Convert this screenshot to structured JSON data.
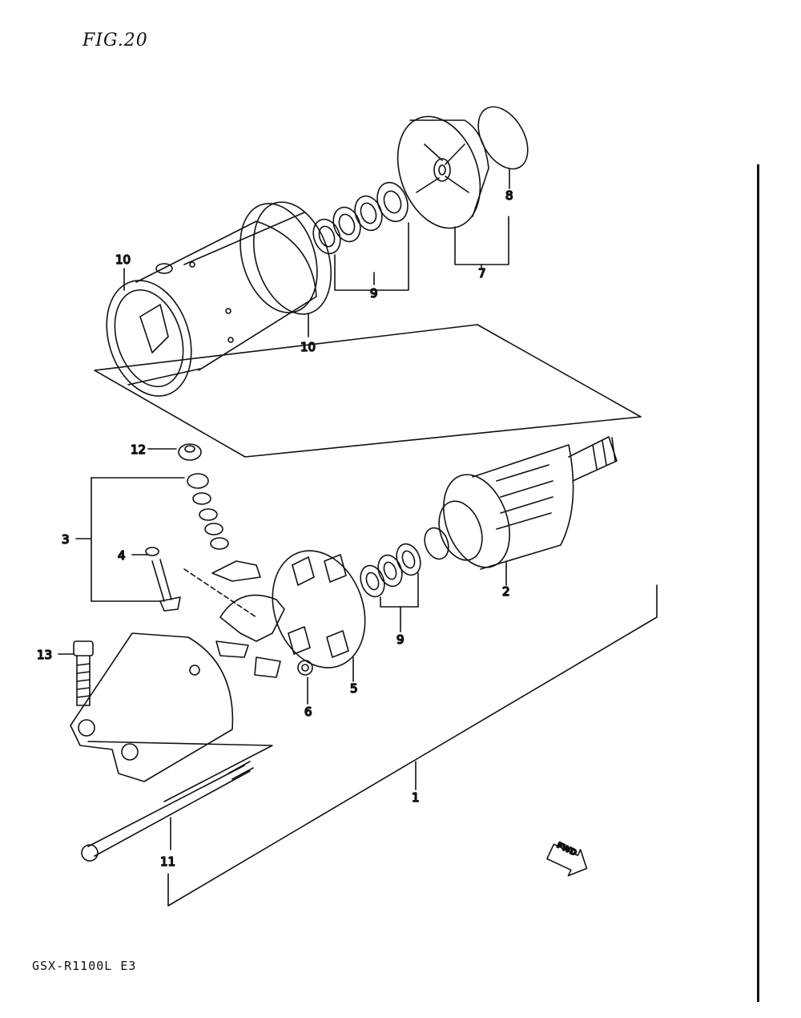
{
  "title": "FIG.20",
  "footer": "GSX-R1100L E3",
  "fwd_label": "FWD",
  "callouts": {
    "c1": "1",
    "c2": "2",
    "c3": "3",
    "c4": "4",
    "c5": "5",
    "c6": "6",
    "c7": "7",
    "c8": "8",
    "c9a": "9",
    "c9b": "9",
    "c10a": "10",
    "c10b": "10",
    "c11": "11",
    "c12": "12",
    "c13": "13"
  }
}
